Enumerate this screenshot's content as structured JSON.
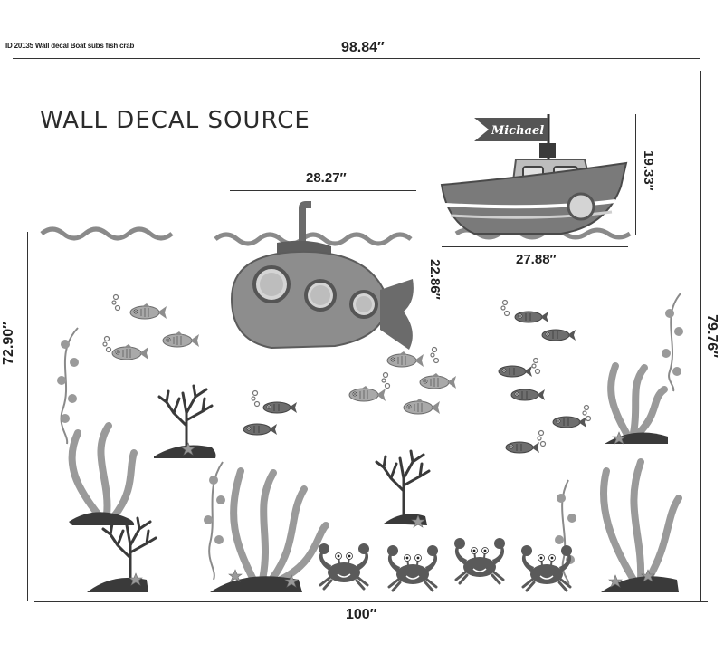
{
  "id_label": "ID 20135 Wall decal Boat subs fish crab",
  "title": "WALL DECAL SOURCE",
  "dimensions": {
    "top_width": "98.84″",
    "bottom_width": "100″",
    "left_height": "72.90″",
    "right_height": "79.76″",
    "sub_width": "28.27″",
    "sub_height": "22.86″",
    "boat_width": "27.88″",
    "boat_height": "19.33″"
  },
  "boat_flag_text": "Michael",
  "colors": {
    "dark": "#3a3a3a",
    "mid": "#6b6b6b",
    "light": "#a9a9a9",
    "pale": "#d2d2d2",
    "line": "#333333"
  },
  "icons": [
    "submarine-icon",
    "boat-icon",
    "fish-icon",
    "crab-icon",
    "coral-icon",
    "seaweed-icon",
    "starfish-icon",
    "wave-icon"
  ]
}
